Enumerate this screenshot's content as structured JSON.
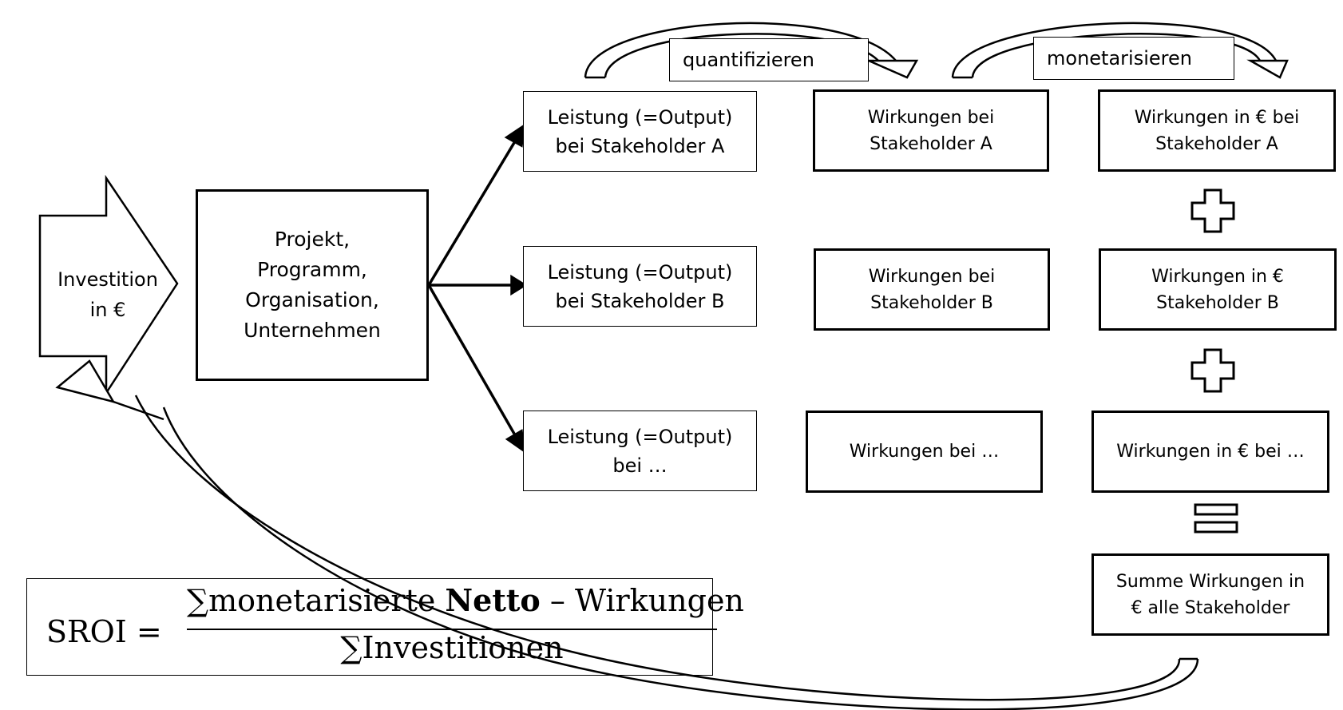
{
  "labels": {
    "quantify": "quantifizieren",
    "monetize": "monetarisieren"
  },
  "investment": "Investition\nin €",
  "center": "Projekt,\nProgramm,\nOrganisation,\nUnternehmen",
  "outputs": [
    "Leistung (=Output)\nbei Stakeholder  A",
    "Leistung (=Output)\nbei Stakeholder  B",
    "Leistung (=Output)\nbei …"
  ],
  "effects": [
    "Wirkungen bei\nStakeholder A",
    "Wirkungen bei\nStakeholder B",
    "Wirkungen bei …"
  ],
  "money": [
    "Wirkungen in € bei\nStakeholder A",
    "Wirkungen in €\nStakeholder B",
    "Wirkungen in € bei …"
  ],
  "total": "Summe Wirkungen in\n€ alle Stakeholder",
  "formula": {
    "lhs": "SROI =",
    "sum": "∑",
    "num_pre": "monetarisierte ",
    "num_bold": "Netto",
    "num_post": " – Wirkungen",
    "den": "∑Investitionen"
  }
}
